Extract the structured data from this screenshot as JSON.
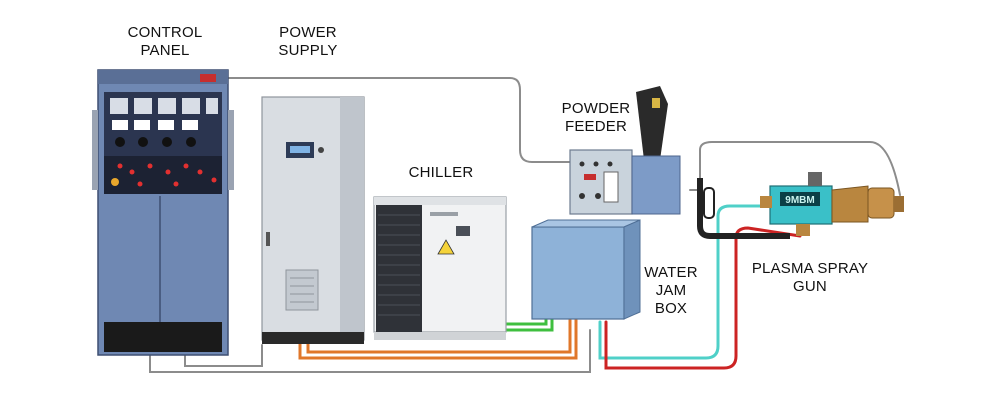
{
  "labels": {
    "control_panel": [
      "CONTROL",
      "PANEL"
    ],
    "power_supply": [
      "POWER",
      "SUPPLY"
    ],
    "chiller": [
      "CHILLER"
    ],
    "powder_feeder": [
      "POWDER",
      "FEEDER"
    ],
    "water_jam_box": [
      "WATER",
      "JAM",
      "BOX"
    ],
    "plasma_spray_gun": [
      "PLASMA SPRAY",
      "GUN"
    ]
  },
  "device_text": {
    "gun_badge": "9MBM"
  },
  "colors": {
    "cabinet_blue": "#6f88b3",
    "cabinet_dark": "#3e4f72",
    "power_supply_gray": "#d9dde2",
    "chiller_white": "#f1f2f3",
    "box_blue": "#8eb2d8",
    "feeder_blue": "#7d9bc7",
    "brass": "#b9863f",
    "hose_orange": "#e0772a",
    "hose_green": "#3fbf3f",
    "hose_cyan": "#4fd0c8",
    "hose_red": "#cc2323",
    "cable_gray": "#8c8c8c"
  }
}
